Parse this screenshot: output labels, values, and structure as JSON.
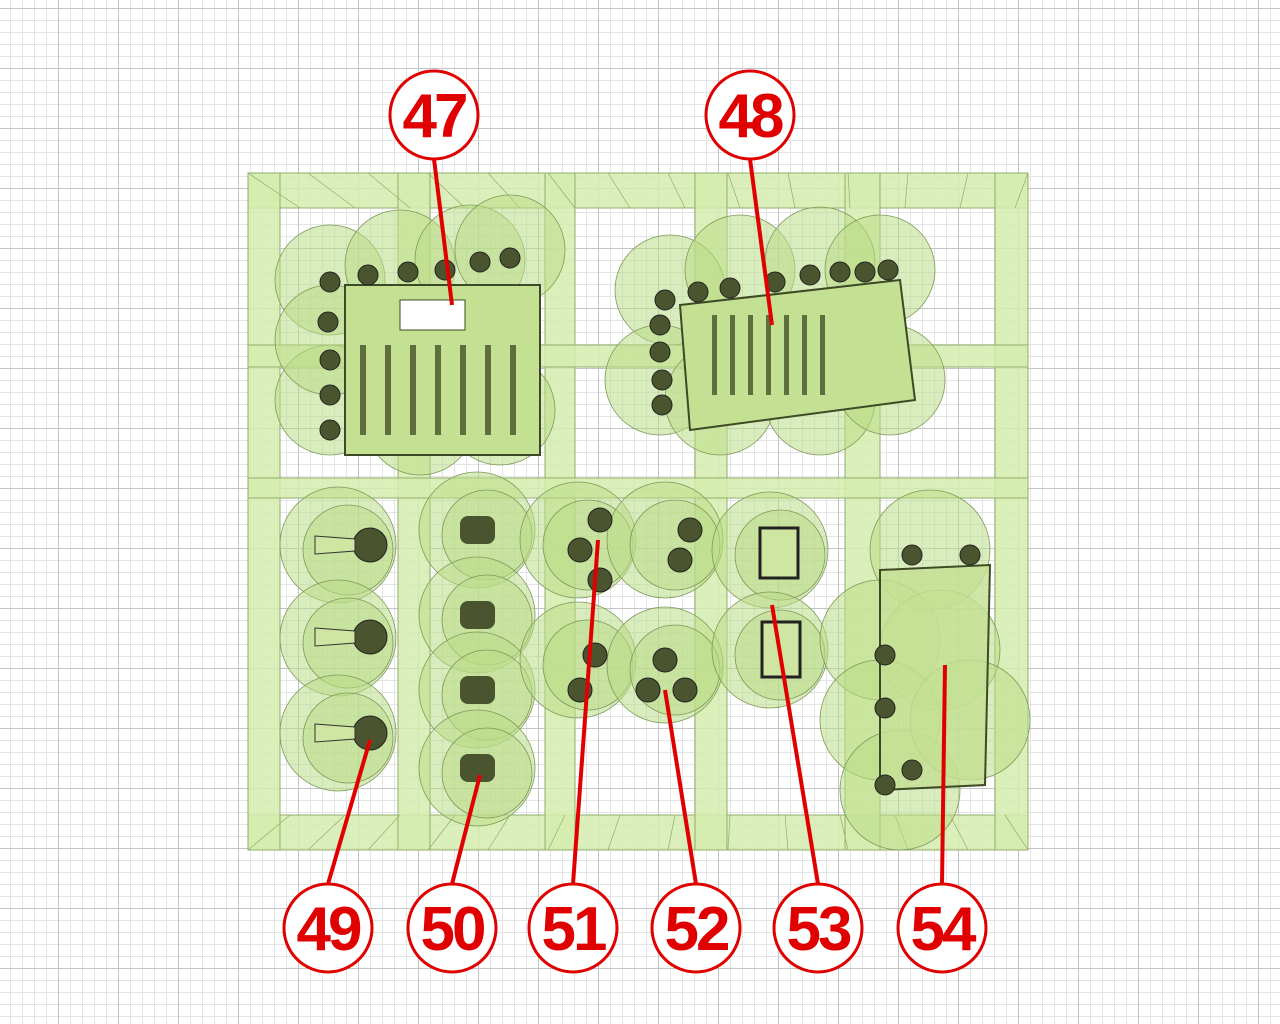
{
  "callouts": [
    {
      "label": "47"
    },
    {
      "label": "48"
    },
    {
      "label": "49"
    },
    {
      "label": "50"
    },
    {
      "label": "51"
    },
    {
      "label": "52"
    },
    {
      "label": "53"
    },
    {
      "label": "54"
    }
  ],
  "colors": {
    "frame": "#d5ecae",
    "frame_stroke": "#93ad6c",
    "part": "#b9dc86",
    "dark": "#4a5530",
    "callout": "#e00000"
  }
}
